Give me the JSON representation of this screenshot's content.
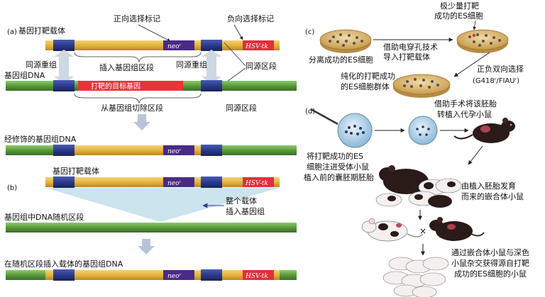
{
  "panels": {
    "a": {
      "letter": "(a)",
      "vector": "基因打靶载体",
      "pos_marker": "正向选择标记",
      "neg_marker": "负向选择标记",
      "neo": "neoʳ",
      "hsv": "HSV-tk",
      "homology_left": "同源重组",
      "homology_right": "同源重组",
      "homologous_region": "同源区段",
      "insert_region": "插入基因组区段",
      "genomic_dna": "基因组DNA",
      "target_gene": "打靶的目标基因",
      "excise_region": "从基因组切除区段",
      "homologous_region2": "同源区段",
      "modified_dna": "经修饰的基因组DNA",
      "neo_result": "neoʳ"
    },
    "b": {
      "letter": "(b)",
      "vector": "基因打靶载体",
      "neo": "neoʳ",
      "hsv": "HSV-tk",
      "random_region": "基因组中DNA随机区段",
      "whole_vector_l1": "整个载体",
      "whole_vector_l2": "插入基因组",
      "result": "在随机区段插入载体的基因组DNA",
      "neo_result": "neoʳ",
      "hsv_result": "HSV-tk"
    },
    "c": {
      "letter": "(c)",
      "isolate": "分离成功的ES细胞",
      "electro_l1": "借助电穿孔技术",
      "electro_l2": "导入打靶载体",
      "few_l1": "极少量打靶",
      "few_l2": "成功的ES细胞",
      "selection_l1": "正负双向选择",
      "selection_l2": "(G418ʳ/FIAUʳ)",
      "purified_l1": "纯化的打靶成功",
      "purified_l2": "的ES细胞群体"
    },
    "d": {
      "letter": "(d)",
      "transplant_l1": "借助手术将该胚胎",
      "transplant_l2": "转植入代孕小鼠",
      "inject_l1": "将打靶成功的ES",
      "inject_l2": "细胞注进受体小鼠",
      "inject_l3": "植入前的囊胚期胚胎",
      "chimera_l1": "由植入胚胎发育",
      "chimera_l2": "而来的嵌合体小鼠",
      "cross": "×",
      "obtain_l1": "通过嵌合体小鼠与深色",
      "obtain_l2": "小鼠杂交获得源自打靶",
      "obtain_l3": "成功的ES细胞的小鼠"
    }
  },
  "colors": {
    "vector_yellow": "#e6b43a",
    "genome_green": "#5a9a3a",
    "homology_blue": "#2a3a8c",
    "neo_purple": "#4a2a86",
    "hsv_red": "#e0303a",
    "target_red": "#e8333a",
    "arrow_gray": "#b8c4d8",
    "dish": "#d8b36a"
  }
}
